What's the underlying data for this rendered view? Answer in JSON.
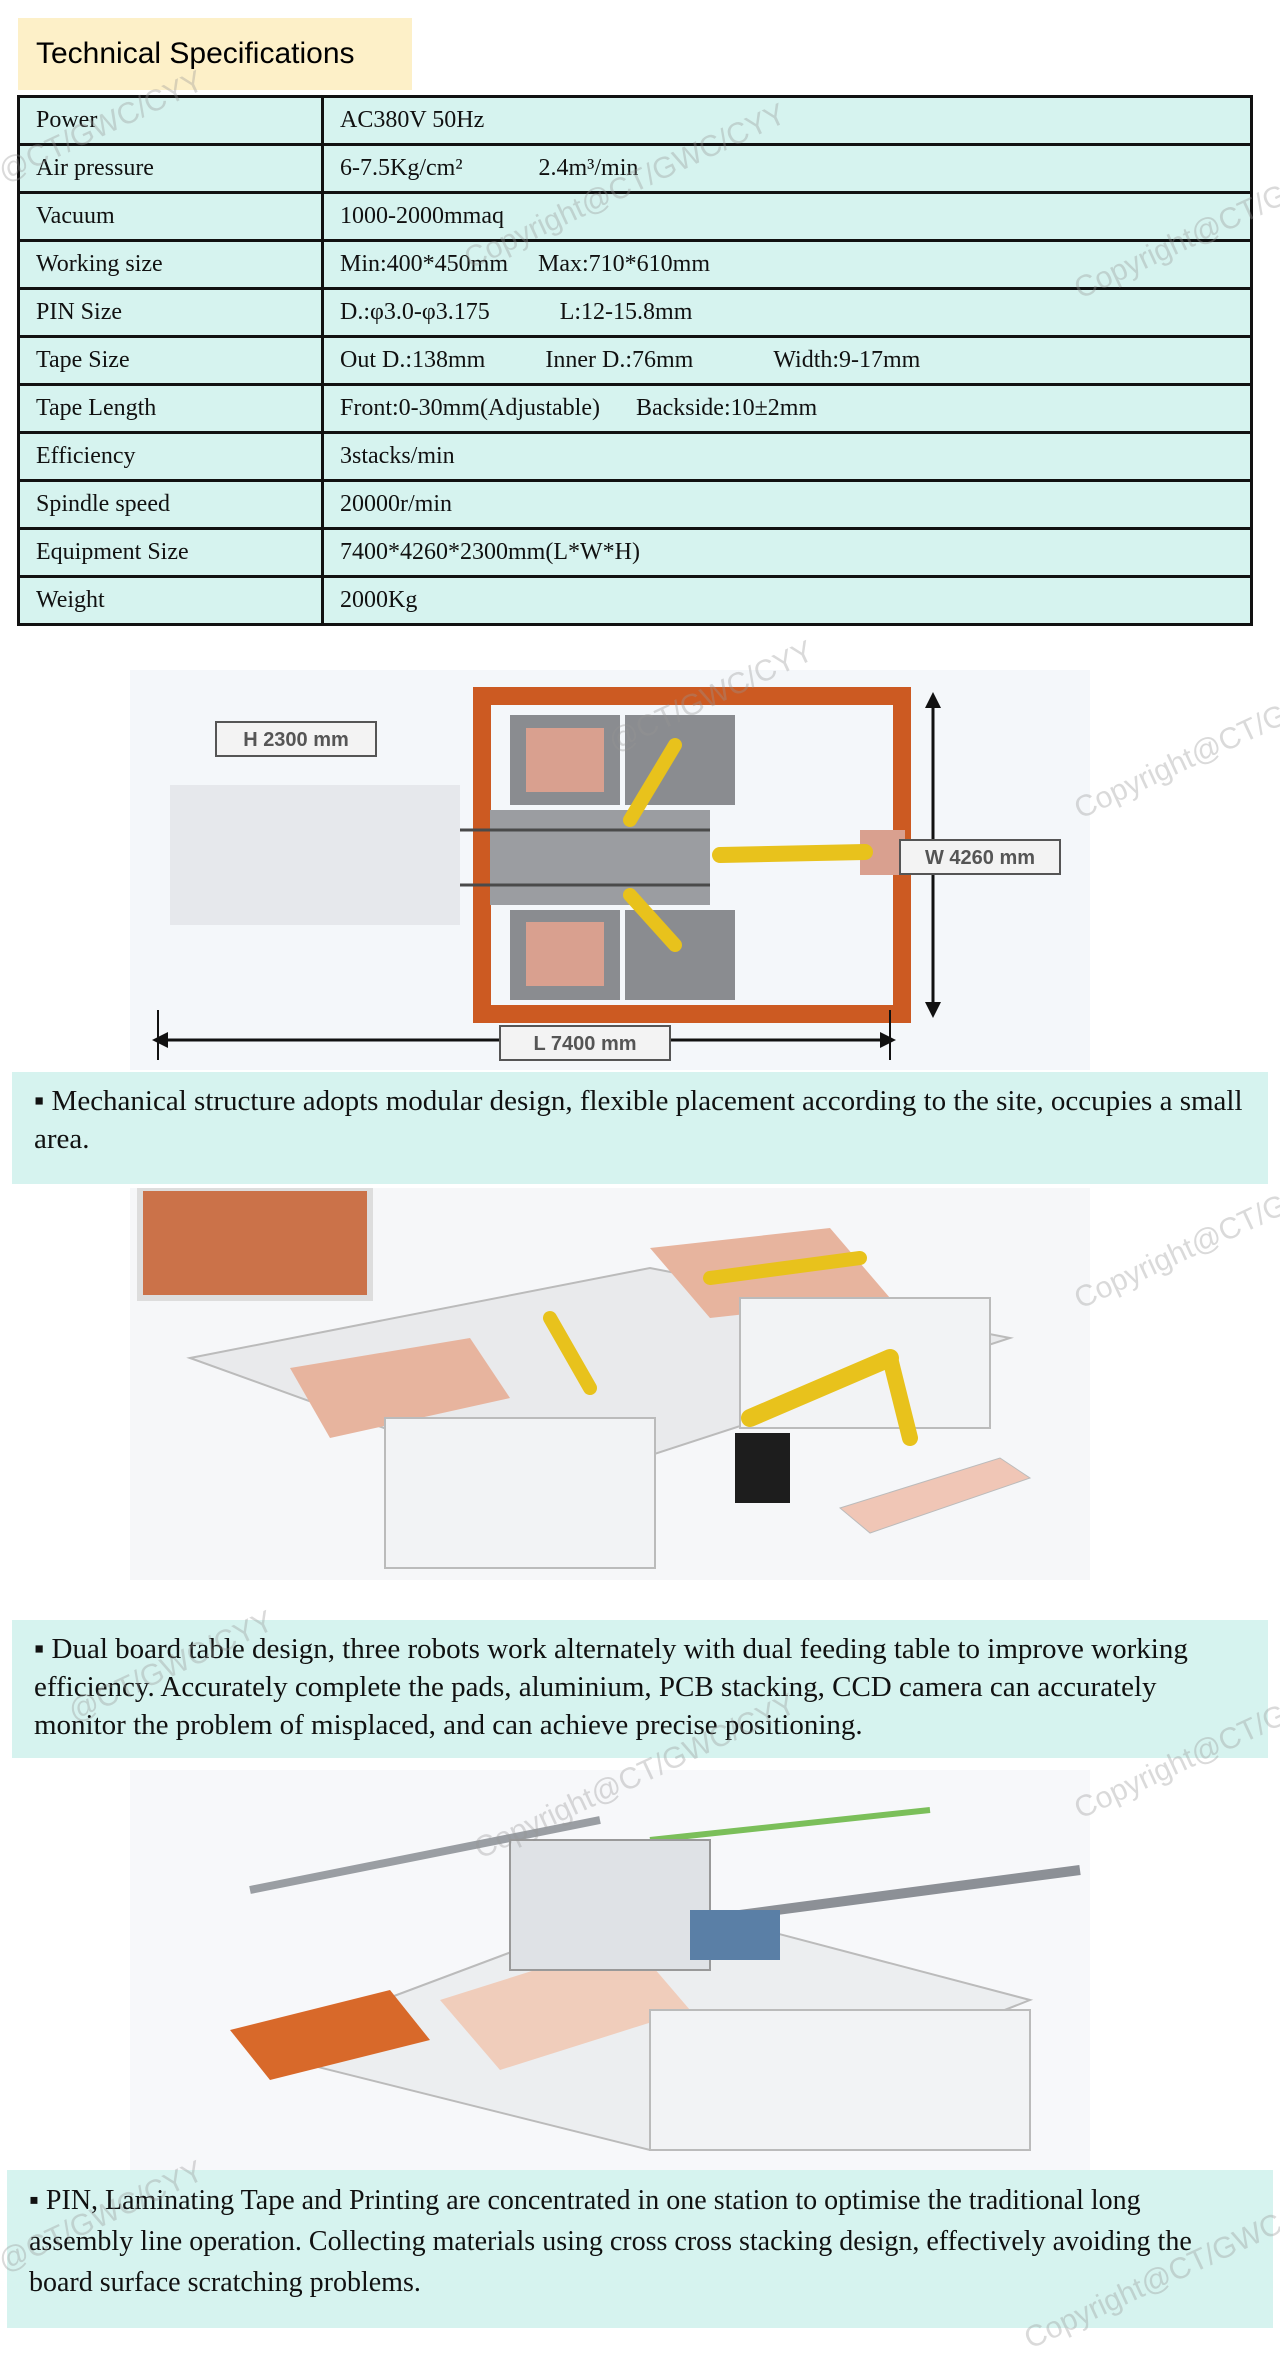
{
  "section_title": "Technical Specifications",
  "specs": [
    {
      "label": "Power",
      "v1": "AC380V 50Hz",
      "v2": "",
      "v3": ""
    },
    {
      "label": "Air pressure",
      "v1": "6-7.5Kg/cm²",
      "v2": "2.4m³/min",
      "v3": ""
    },
    {
      "label": "Vacuum",
      "v1": "1000-2000mmaq",
      "v2": "",
      "v3": ""
    },
    {
      "label": "Working size",
      "v1": "Min:400*450mm",
      "v2": "Max:710*610mm",
      "v3": ""
    },
    {
      "label": "PIN Size",
      "v1": "D.:φ3.0-φ3.175",
      "v2": "L:12-15.8mm",
      "v3": ""
    },
    {
      "label": "Tape Size",
      "v1": "Out D.:138mm",
      "v2": "Inner D.:76mm",
      "v3": "Width:9-17mm"
    },
    {
      "label": "Tape Length",
      "v1": "Front:0-30mm(Adjustable)",
      "v2": "Backside:10±2mm",
      "v3": ""
    },
    {
      "label": "Efficiency",
      "v1": "3stacks/min",
      "v2": "",
      "v3": ""
    },
    {
      "label": "Spindle speed",
      "v1": "20000r/min",
      "v2": "",
      "v3": ""
    },
    {
      "label": "Equipment Size",
      "v1": "7400*4260*2300mm(L*W*H)",
      "v2": "",
      "v3": ""
    },
    {
      "label": "Weight",
      "v1": "2000Kg",
      "v2": "",
      "v3": ""
    }
  ],
  "diagram": {
    "height_label": "H 2300 mm",
    "width_label": "W 4260 mm",
    "length_label": "L 7400 mm"
  },
  "captions": [
    "▪ Mechanical structure adopts modular design, flexible placement according to the site, occupies a small area.",
    "▪ Dual board table design, three robots work alternately with dual feeding table to improve working efficiency. Accurately complete the pads, aluminium, PCB stacking, CCD camera can accurately monitor the problem of misplaced, and can achieve precise positioning.",
    "▪ PIN, Laminating Tape and Printing are concentrated in one station to optimise the traditional long assembly line operation. Collecting materials using cross cross stacking design, effectively avoiding the board surface scratching problems."
  ],
  "watermarks": [
    "Copyright@CT/GWC/CYY",
    "@CT/GWC/CYY"
  ]
}
